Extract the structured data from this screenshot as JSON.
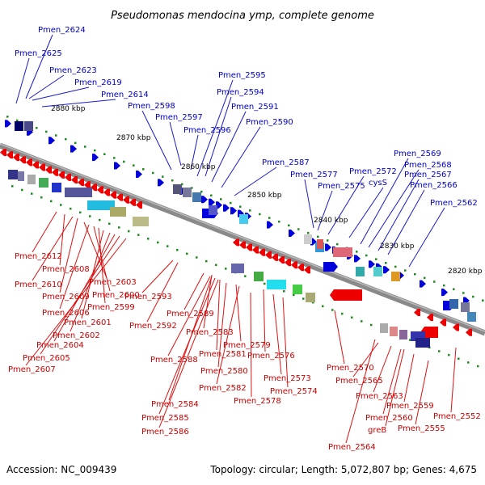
{
  "title": "Pseudomonas mendocina ymp, complete genome",
  "footer": {
    "accession": "Accession: NC_009439",
    "summary": "Topology: circular; Length: 5,072,807 bp; Genes: 4,675"
  },
  "colors": {
    "forward": "#0000dd",
    "reverse": "#ee0000",
    "label_forward": "#0000cc",
    "label_reverse": "#cc0000",
    "backbone": "#888888",
    "tick": "#228822"
  },
  "scale_labels": [
    "2880 kbp",
    "2870 kbp",
    "2860 kbp",
    "2850 kbp",
    "2840 kbp",
    "2830 kbp",
    "2820 kbp"
  ],
  "top_labels": [
    "Pmen_2624",
    "Pmen_2625",
    "Pmen_2623",
    "Pmen_2619",
    "Pmen_2614",
    "Pmen_2598",
    "Pmen_2597",
    "Pmen_2596",
    "Pmen_2595",
    "Pmen_2594",
    "Pmen_2591",
    "Pmen_2590",
    "Pmen_2587",
    "Pmen_2577",
    "Pmen_2575",
    "Pmen_2572",
    "cysS",
    "Pmen_2569",
    "Pmen_2568",
    "Pmen_2567",
    "Pmen_2566",
    "Pmen_2562"
  ],
  "bottom_labels": [
    "Pmen_2612",
    "Pmen_2608",
    "Pmen_2610",
    "Pmen_2609",
    "Pmen_2603",
    "Pmen_2600",
    "Pmen_2599",
    "Pmen_2606",
    "Pmen_2601",
    "Pmen_2602",
    "Pmen_2604",
    "Pmen_2605",
    "Pmen_2607",
    "Pmen_2593",
    "Pmen_2592",
    "Pmen_2589",
    "Pmen_2583",
    "Pmen_2588",
    "Pmen_2581",
    "Pmen_2579",
    "Pmen_2580",
    "Pmen_2576",
    "Pmen_2582",
    "Pmen_2573",
    "Pmen_2578",
    "Pmen_2574",
    "Pmen_2584",
    "Pmen_2585",
    "Pmen_2586",
    "Pmen_2570",
    "Pmen_2565",
    "Pmen_2563",
    "Pmen_2560",
    "greB",
    "Pmen_2559",
    "Pmen_2555",
    "Pmen_2564",
    "Pmen_2552"
  ]
}
